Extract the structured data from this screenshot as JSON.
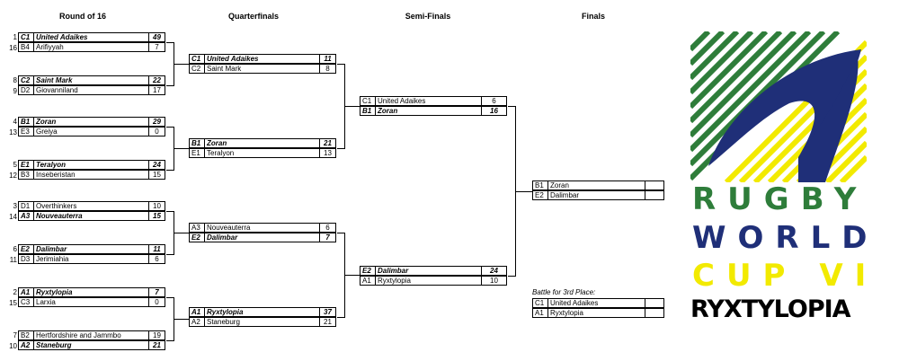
{
  "headers": {
    "r16": "Round of 16",
    "qf": "Quarterfinals",
    "sf": "Semi-Finals",
    "final": "Finals"
  },
  "round_of_16": [
    {
      "teams": [
        {
          "seed": "1",
          "code": "C1",
          "name": "United Adaikes",
          "score": "49",
          "winner": true
        },
        {
          "seed": "16",
          "code": "B4",
          "name": "Arifiyyah",
          "score": "7",
          "winner": false
        }
      ]
    },
    {
      "teams": [
        {
          "seed": "8",
          "code": "C2",
          "name": "Saint Mark",
          "score": "22",
          "winner": true
        },
        {
          "seed": "9",
          "code": "D2",
          "name": "Giovanniland",
          "score": "17",
          "winner": false
        }
      ]
    },
    {
      "teams": [
        {
          "seed": "4",
          "code": "B1",
          "name": "Zoran",
          "score": "29",
          "winner": true
        },
        {
          "seed": "13",
          "code": "E3",
          "name": "Greiya",
          "score": "0",
          "winner": false
        }
      ]
    },
    {
      "teams": [
        {
          "seed": "5",
          "code": "E1",
          "name": "Teralyon",
          "score": "24",
          "winner": true
        },
        {
          "seed": "12",
          "code": "B3",
          "name": "Inseberistan",
          "score": "15",
          "winner": false
        }
      ]
    },
    {
      "teams": [
        {
          "seed": "3",
          "code": "D1",
          "name": "Overthinkers",
          "score": "10",
          "winner": false
        },
        {
          "seed": "14",
          "code": "A3",
          "name": "Nouveauterra",
          "score": "15",
          "winner": true
        }
      ]
    },
    {
      "teams": [
        {
          "seed": "6",
          "code": "E2",
          "name": "Dalimbar",
          "score": "11",
          "winner": true
        },
        {
          "seed": "11",
          "code": "D3",
          "name": "Jerimiahia",
          "score": "6",
          "winner": false
        }
      ]
    },
    {
      "teams": [
        {
          "seed": "2",
          "code": "A1",
          "name": "Ryxtylopia",
          "score": "7",
          "winner": true
        },
        {
          "seed": "15",
          "code": "C3",
          "name": "Larxia",
          "score": "0",
          "winner": false
        }
      ]
    },
    {
      "teams": [
        {
          "seed": "7",
          "code": "B2",
          "name": "Hertfordshire and Jammbo",
          "score": "19",
          "winner": false
        },
        {
          "seed": "10",
          "code": "A2",
          "name": "Staneburg",
          "score": "21",
          "winner": true
        }
      ]
    }
  ],
  "quarterfinals": [
    {
      "teams": [
        {
          "code": "C1",
          "name": "United Adaikes",
          "score": "11",
          "winner": true
        },
        {
          "code": "C2",
          "name": "Saint Mark",
          "score": "8",
          "winner": false
        }
      ]
    },
    {
      "teams": [
        {
          "code": "B1",
          "name": "Zoran",
          "score": "21",
          "winner": true
        },
        {
          "code": "E1",
          "name": "Teralyon",
          "score": "13",
          "winner": false
        }
      ]
    },
    {
      "teams": [
        {
          "code": "A3",
          "name": "Nouveauterra",
          "score": "6",
          "winner": false
        },
        {
          "code": "E2",
          "name": "Dalimbar",
          "score": "7",
          "winner": true
        }
      ]
    },
    {
      "teams": [
        {
          "code": "A1",
          "name": "Ryxtylopia",
          "score": "37",
          "winner": true
        },
        {
          "code": "A2",
          "name": "Staneburg",
          "score": "21",
          "winner": false
        }
      ]
    }
  ],
  "semifinals": [
    {
      "teams": [
        {
          "code": "C1",
          "name": "United Adaikes",
          "score": "6",
          "winner": false
        },
        {
          "code": "B1",
          "name": "Zoran",
          "score": "16",
          "winner": true
        }
      ]
    },
    {
      "teams": [
        {
          "code": "E2",
          "name": "Dalimbar",
          "score": "24",
          "winner": true
        },
        {
          "code": "A1",
          "name": "Ryxtylopia",
          "score": "10",
          "winner": false
        }
      ]
    }
  ],
  "final": {
    "teams": [
      {
        "code": "B1",
        "name": "Zoran",
        "score": "",
        "winner": false
      },
      {
        "code": "E2",
        "name": "Dalimbar",
        "score": "",
        "winner": false
      }
    ]
  },
  "third_place": {
    "label": "Battle for 3rd Place:",
    "teams": [
      {
        "code": "C1",
        "name": "United Adaikes",
        "score": "",
        "winner": false
      },
      {
        "code": "A1",
        "name": "Ryxtylopia",
        "score": "",
        "winner": false
      }
    ]
  },
  "logo": {
    "word1": "RUGBY",
    "word2": "WORLD",
    "word3": "CUP VI",
    "host": "RYXTYLOPIA",
    "colors": {
      "green": "#2e7d3a",
      "navy": "#1f2f78",
      "yellow": "#f2ea00",
      "black": "#111111"
    }
  }
}
